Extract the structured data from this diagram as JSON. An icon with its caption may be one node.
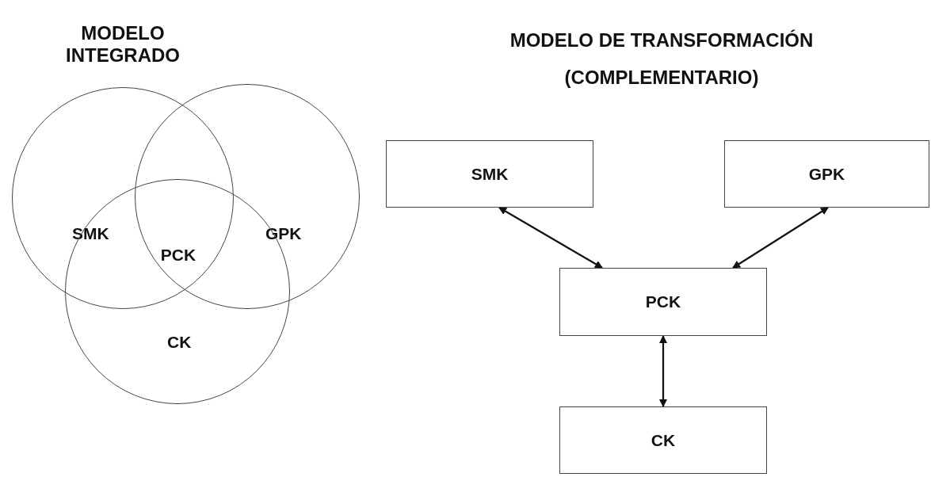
{
  "diagram": {
    "nodes": [
      {
        "text": [
          "SMK"
        ]
      },
      {
        "text": [
          "GPK"
        ]
      },
      {
        "text": [
          "CK"
        ]
      },
      {
        "text": [
          "SMK"
        ]
      },
      {
        "text": [
          "GPK"
        ]
      },
      {
        "text": [
          "PCK"
        ]
      },
      {
        "text": [
          "CK"
        ]
      }
    ],
    "edges": [
      {
        "from": 3,
        "to": 5,
        "arrow": "both"
      },
      {
        "from": 4,
        "to": 5,
        "arrow": "both"
      },
      {
        "from": 5,
        "to": 6,
        "arrow": "both"
      }
    ],
    "labels": [
      "MODELO INTEGRADO",
      "MODELO DE TRANSFORMACIÓN (COMPLEMENTARIO)",
      "PCK"
    ]
  }
}
